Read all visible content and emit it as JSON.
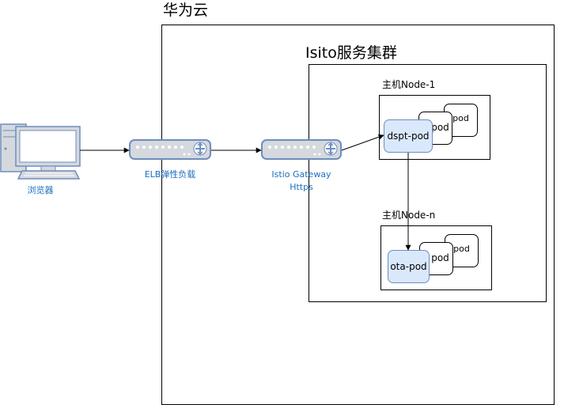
{
  "cloud": {
    "title": "华为云"
  },
  "cluster": {
    "title": "Isito服务集群"
  },
  "nodes": [
    {
      "title": "主机Node-1",
      "main_pod": "dspt-pod",
      "pods": [
        "pod",
        "pod"
      ]
    },
    {
      "title": "主机Node-n",
      "main_pod": "ota-pod",
      "pods": [
        "pod",
        "pod"
      ]
    }
  ],
  "browser": {
    "label": "浏览器",
    "icon": "computer-icon"
  },
  "elb": {
    "label": "ELB弹性负载",
    "icon": "load-balancer-icon"
  },
  "gateway": {
    "label_line1": "Istio Gateway",
    "label_line2": "Https",
    "icon": "gateway-icon"
  },
  "colors": {
    "accent": "#1d6fbf",
    "pod_fill": "#dae8fc",
    "pod_stroke": "#6c8ebf",
    "device_fill": "#d5d8dd",
    "device_stroke": "#6d8ebf"
  }
}
